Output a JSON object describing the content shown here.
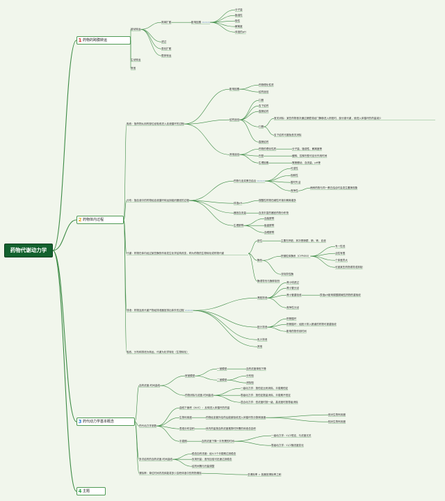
{
  "title": "药物代谢动力学",
  "sections": [
    {
      "num": "1",
      "label": "药物的跨膜转运",
      "num_color": "#d62f2f"
    },
    {
      "num": "2",
      "label": "药物体内过程",
      "num_color": "#e8a11b"
    },
    {
      "num": "3",
      "label": "药代动力学基本概念",
      "num_color": "#2e7fd4"
    },
    {
      "num": "4",
      "label": "主题",
      "num_color": "#2ea34a"
    }
  ],
  "badge": "ᯅᯅᯅ",
  "s1": {
    "passive": "被动转运",
    "simple": "简单扩散",
    "affect": "影响因素",
    "factors": [
      "分子量",
      "脂溶性",
      "极性",
      "解离度",
      "体液的pH"
    ],
    "filter": "滤过",
    "facilitated": "易化扩散",
    "carrier": "载体转运",
    "active": "主动转运",
    "other": "其他"
  },
  "s2": {
    "absorb": {
      "desc": "吸收：指药物从用药部位经吸收进入血液循环的过程",
      "influence": "影响因素",
      "infl_items": [
        "药物理化性质",
        "给药途径"
      ],
      "route": "给药途径",
      "route_items": [
        "口服",
        "舌下给药",
        "直肠给药"
      ],
      "oral": "口服",
      "oral_desc": "首关消除：某些药物首次通过肠壁或经门静脉进入肝脏时，部分被代谢，使进入体循环的药量减少",
      "sublingual": "舌下给药可避免首关消除",
      "rectal": "直肠给药",
      "other": "其他途径",
      "drug_props": "药物的理化性质",
      "drug_props_desc": "分子量、脂溶性、解离度等",
      "dosage": "剂型",
      "dosage_desc": "缓释、控释剂型可延长作用时间",
      "physio": "生理因素",
      "physio_desc": "胃肠蠕动、血流量、pH等"
    },
    "distribute": {
      "desc": "分布：指血液中的药物经血液循环转运到组织器官的过程",
      "binding": "药物与血浆蛋白结合",
      "bind_items": [
        "可逆性",
        "饱和性",
        "暂时失活"
      ],
      "compete": "竞争性",
      "compete_desc": "两种药物与同一蛋白结合时会发生置换现象",
      "body_fluid": "体液pH",
      "body_desc": "弱酸性药物在碱性环境中解离增多",
      "organ_flow": "器官血流量",
      "organ_desc": "血流丰富的器官药物分布快",
      "barrier": "生理屏障",
      "barriers": [
        "血脑屏障",
        "胎盘屏障",
        "血眼屏障"
      ]
    },
    "metabolism": {
      "desc": "代谢：药物在体内经过某些酶的作用发生化学结构改变，称为药物的生物转化或药物代谢",
      "site": "部位",
      "site_desc": "主要在肝脏，其次是肠壁、肺、肾、血液",
      "enzyme": "酶系",
      "p450": "肝微粒体酶系（CYP450）",
      "p450_items": [
        "专一性低",
        "活性有限",
        "个体差异大",
        "可被某些药物诱导或抑制"
      ],
      "nonspecific": "非特异性酶",
      "inducer": "酶诱导剂与酶抑制剂"
    },
    "excretion": {
      "desc": "排泄：药物及其代谢产物经排泄器官排出体外的过程",
      "kidney": "肾脏排泄",
      "kidney_items": [
        "肾小球滤过",
        "肾小管分泌",
        "肾小管重吸收"
      ],
      "reabsorb_desc": "尿液pH影响弱酸弱碱性药物的重吸收",
      "competition": "竞争性分泌",
      "bile": "胆汁排泄",
      "bile_items": [
        "肝肠循环",
        "影响药物作用时间"
      ],
      "enterohepatic": "肝肠循环：经胆汁排入肠道的药物可被重吸收",
      "milk": "乳汁排泄",
      "other": "其他"
    },
    "summary": "吸收、分布和排泄为转运，代谢为化学转化（生物转化）"
  },
  "s3": {
    "ct": "血药浓度-时间曲线",
    "phase": "房室模型",
    "one": "一室模型",
    "two": "二室模型",
    "one_desc": "血药浓度单相下降",
    "two_items": [
      "分布相",
      "消除相"
    ],
    "elim": "药物消除与浓度-时间曲线",
    "elim_items": [
      "一级动力学：按恒定比例消除，半衰期恒定",
      "零级动力学：按恒定数量消除，半衰期不恒定",
      "混合动力学：低浓度时按一级，高浓度时按零级消除"
    ],
    "auc": "曲线下面积（AUC）：反映进入体循环的药量",
    "bio": "生物利用度",
    "bio_desc": "药物经血管外给药后能被吸收进入体循环的分数和速度",
    "bio_items": [
      "绝对生物利用度",
      "相对生物利用度"
    ],
    "params": "药代动力学参数",
    "vd": "表观分布容积",
    "vd_desc": "体内药量按血药浓度推算时所需的体液总容积",
    "half": "半衰期",
    "half_desc": "血药浓度下降一半所需的时间",
    "half_items": [
      "一级动力学：t1/2恒定，与浓度无关",
      "零级动力学：t1/2随浓度变化"
    ],
    "multi": "多次给药的血药浓度-时间曲线",
    "multi_items": [
      "稳态血药浓度：经4-5个半衰期达到稳态",
      "负荷剂量：首剂加倍可迅速达到稳态"
    ],
    "loading": "给药间隔与剂量调整",
    "clear": "清除率：单位时间内机体能将多少容积体液中的药物清除",
    "clear_desc": "总清除率 = 各器官清除率之和"
  },
  "s4": {}
}
